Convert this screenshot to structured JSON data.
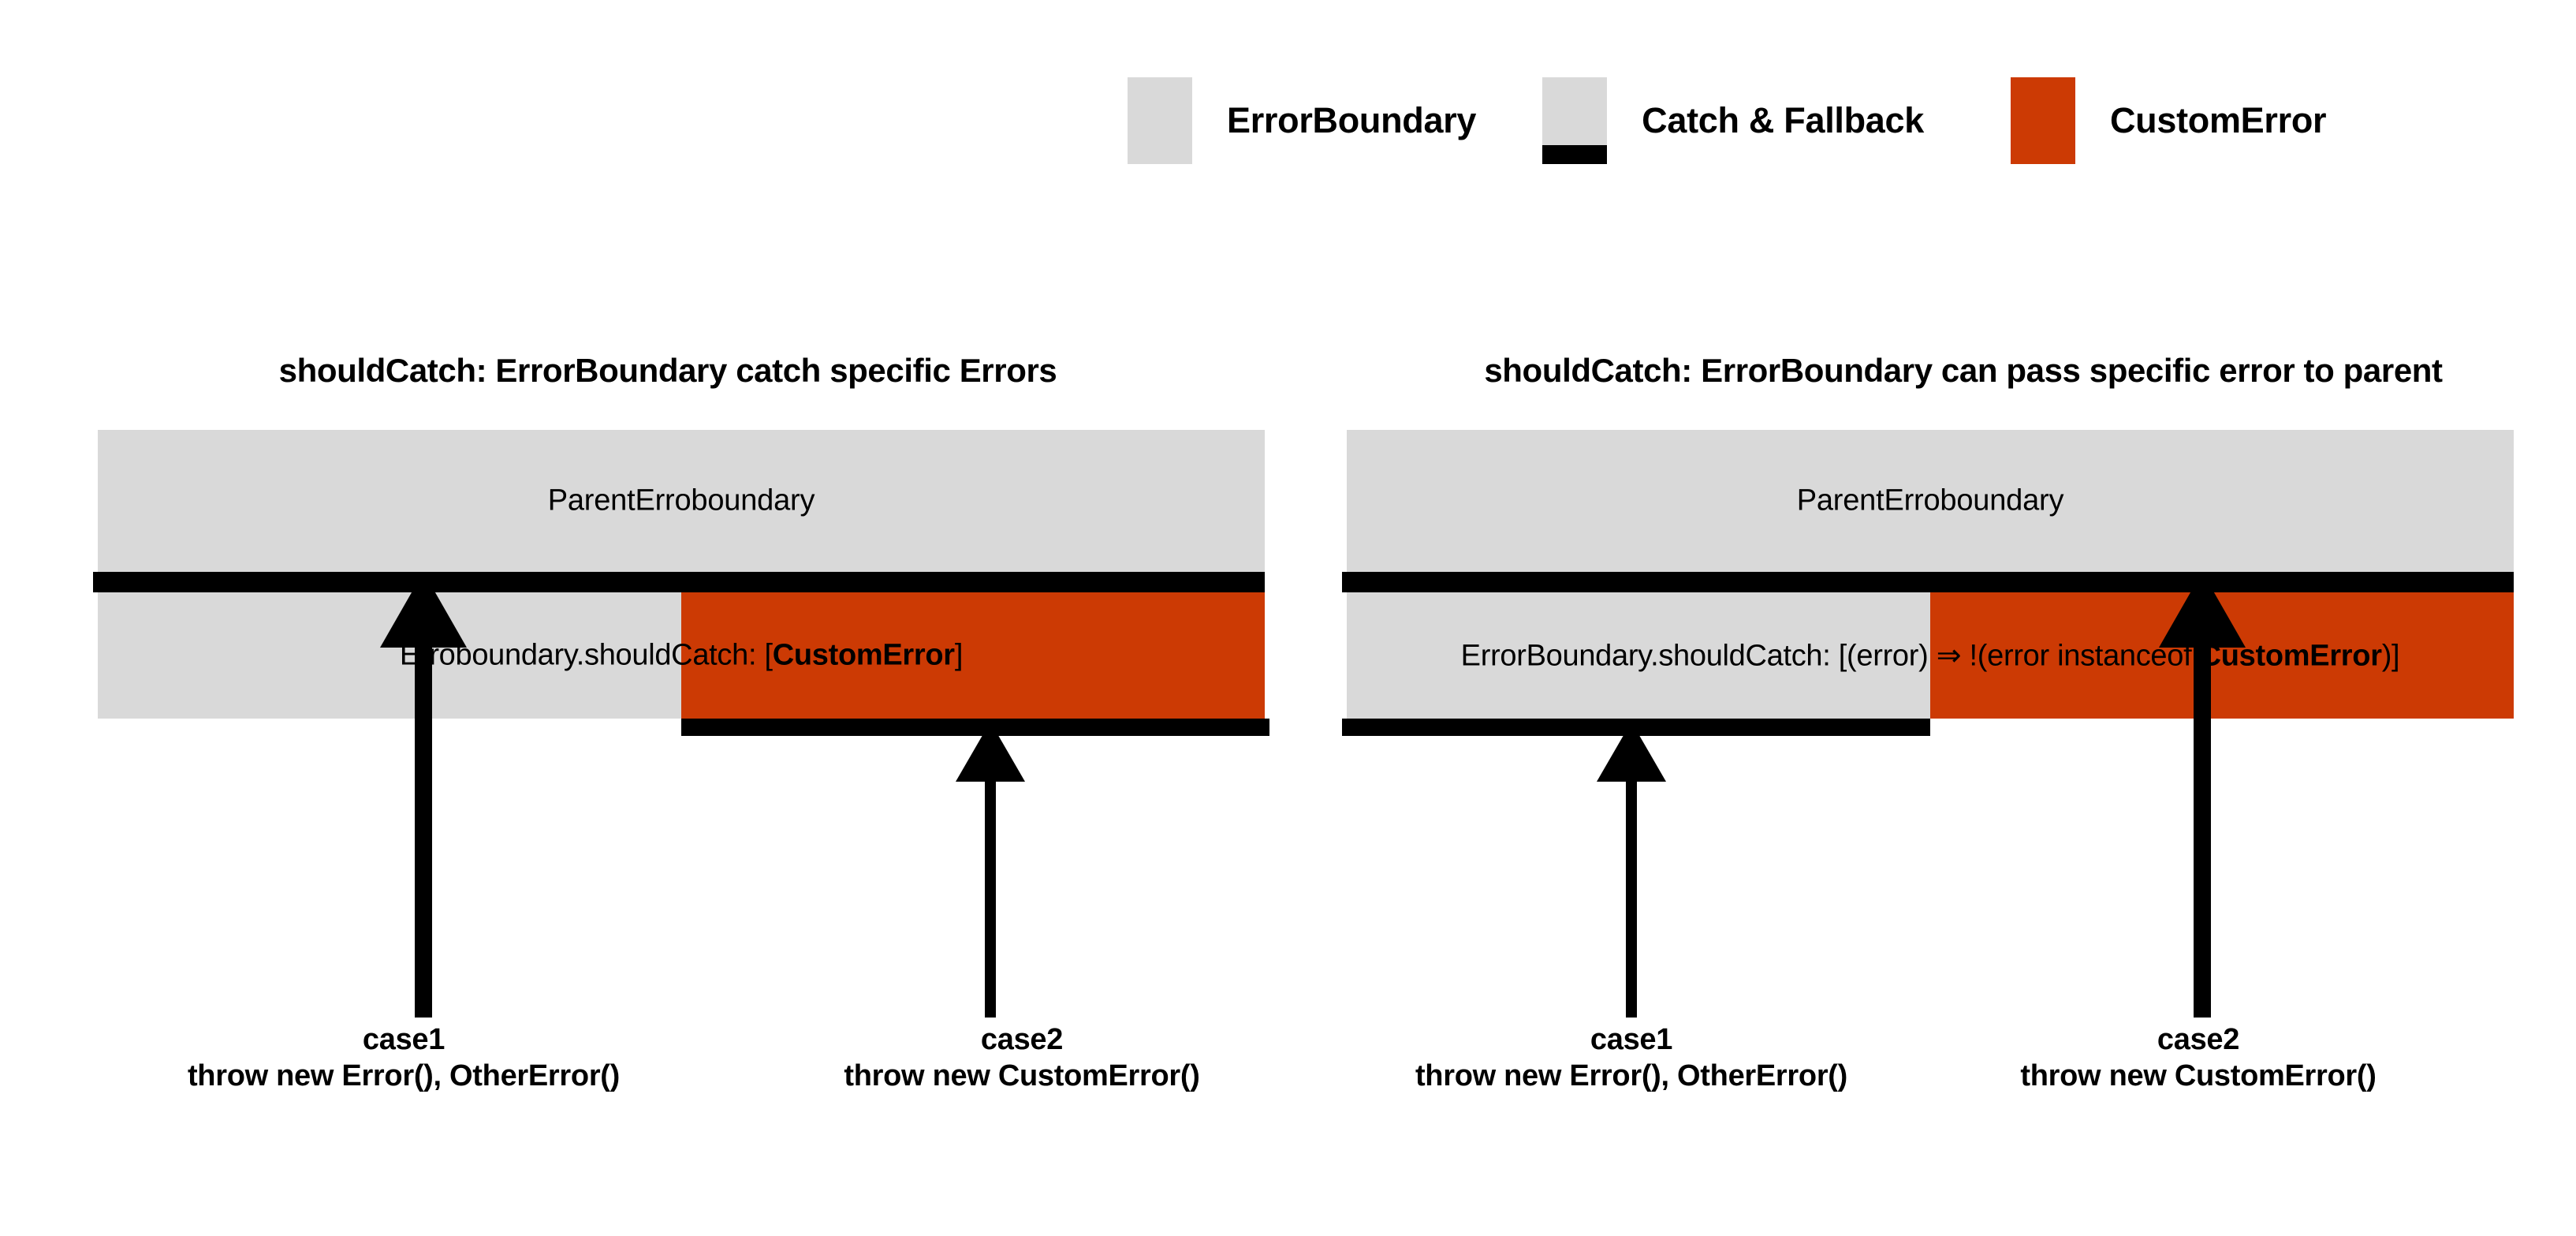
{
  "legend": {
    "items": [
      {
        "label": "ErrorBoundary",
        "swatch": "gray-square-swatch",
        "color": "#d9d9d9"
      },
      {
        "label": "Catch & Fallback",
        "swatch": "gray-with-black-bar-swatch",
        "color": "#d9d9d9",
        "bar_color": "#000000"
      },
      {
        "label": "CustomError",
        "swatch": "orange-square-swatch",
        "color": "#cc3a04"
      }
    ]
  },
  "panels": [
    {
      "title": "shouldCatch: ErrorBoundary catch specific Errors",
      "parent_label": "ParentErroboundary",
      "child_label_plain_prefix": "Erroboundary.shouldCatch: [",
      "child_label_bold": "CustomError",
      "child_label_plain_suffix": "]",
      "arrows": [
        {
          "name": "case1",
          "title": "case1",
          "detail": "throw new Error(), OtherError()"
        },
        {
          "name": "case2",
          "title": "case2",
          "detail": "throw new CustomError()"
        }
      ]
    },
    {
      "title": "shouldCatch: ErrorBoundary can pass specific error to parent",
      "parent_label": "ParentErroboundary",
      "child_label_plain_prefix": "ErrorBoundary.shouldCatch: [(error) ⇒ !(error instanceof ",
      "child_label_bold": "CustomError",
      "child_label_plain_suffix": ")]",
      "arrows": [
        {
          "name": "case1",
          "title": "case1",
          "detail": "throw new Error(), OtherError()"
        },
        {
          "name": "case2",
          "title": "case2",
          "detail": "throw new CustomError()"
        }
      ]
    }
  ],
  "colors": {
    "background": "#ffffff",
    "error_boundary_gray": "#d9d9d9",
    "custom_error_orange": "#cc3a04",
    "catch_fallback_black": "#000000"
  }
}
